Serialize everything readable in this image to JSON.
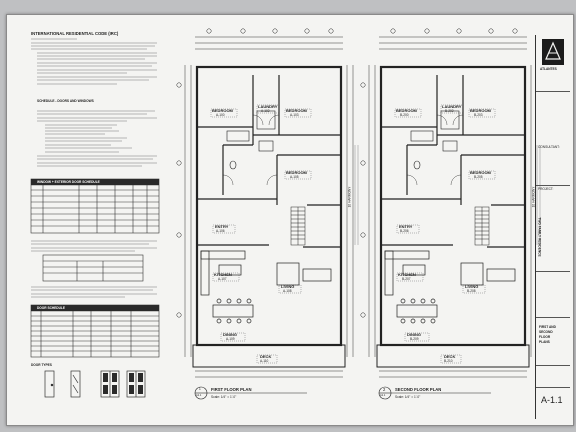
{
  "code_notes": {
    "title": "INTERNATIONAL RESIDENTIAL CODE (IRC)",
    "section_sw_doors": "SCHEDULE - DOORS AND WINDOWS",
    "window_schedule_title": "WINDOW + EXTERIOR DOOR SCHEDULE",
    "door_schedule_title": "DOOR SCHEDULE",
    "door_types_title": "DOOR TYPES"
  },
  "plans": [
    {
      "id": "first",
      "callout_number": "1",
      "callout_sheet": "A1.1",
      "title": "FIRST FLOOR PLAN",
      "scale": "Scale: 1/4\" = 1'-0\"",
      "address": "10 HARMONY",
      "rooms": [
        {
          "name": "BEDROOM",
          "num": "A-100"
        },
        {
          "name": "LAUNDRY",
          "num": "A-102"
        },
        {
          "name": "BEDROOM",
          "num": "A-103"
        },
        {
          "name": "BEDROOM",
          "num": "A-105"
        },
        {
          "name": "ENTRY",
          "num": "A-106"
        },
        {
          "name": "KITCHEN",
          "num": "A-107"
        },
        {
          "name": "LIVING",
          "num": "A-108"
        },
        {
          "name": "DINING",
          "num": "A-109"
        },
        {
          "name": "DECK",
          "num": "A-110"
        }
      ]
    },
    {
      "id": "second",
      "callout_number": "2",
      "callout_sheet": "A1.1",
      "title": "SECOND FLOOR PLAN",
      "scale": "Scale: 1/4\" = 1'-0\"",
      "address": "10 HARMONY",
      "rooms": [
        {
          "name": "BEDROOM",
          "num": "B-200"
        },
        {
          "name": "LAUNDRY",
          "num": "B-202"
        },
        {
          "name": "BEDROOM",
          "num": "B-203"
        },
        {
          "name": "BEDROOM",
          "num": "B-205"
        },
        {
          "name": "ENTRY",
          "num": "B-206"
        },
        {
          "name": "KITCHEN",
          "num": "B-207"
        },
        {
          "name": "LIVING",
          "num": "B-208"
        },
        {
          "name": "DINING",
          "num": "B-209"
        },
        {
          "name": "DECK",
          "num": "B-210"
        }
      ]
    }
  ],
  "title_block": {
    "firm": "ATLANTES",
    "project_label": "PROJECT:",
    "project_text": "TWO FAMILY RESIDENCE",
    "sheet_title_lines": [
      "FIRST AND",
      "SECOND",
      "FLOOR",
      "PLANS"
    ],
    "sheet_number": "A-1.1",
    "consultant_label": "CONSULTANT:"
  }
}
